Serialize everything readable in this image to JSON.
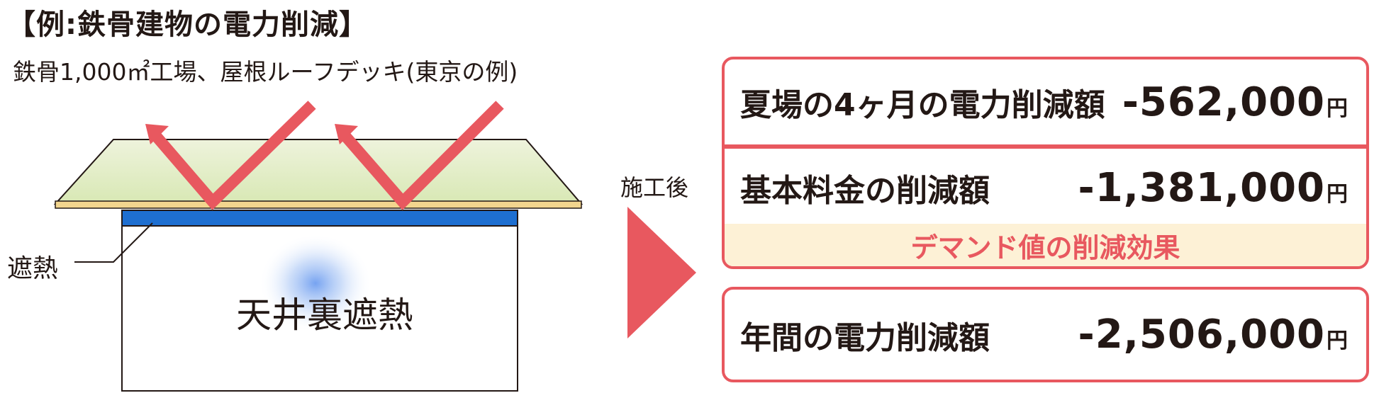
{
  "header": {
    "title": "【例:鉄骨建物の電力削減】",
    "subtitle": "鉄骨1,000㎡工場、屋根ルーフデッキ(東京の例)"
  },
  "diagram": {
    "ceiling_label": "天井裏遮熱",
    "insulation_label": "遮熱",
    "arrow_label": "施工後"
  },
  "results": {
    "summer": {
      "label": "夏場の4ヶ月の電力削減額",
      "value": "-562,000",
      "unit": "円"
    },
    "base_fee": {
      "label": "基本料金の削減額",
      "value": "-1,381,000",
      "unit": "円"
    },
    "demand_note": "デマンド値の削減効果",
    "annual": {
      "label": "年間の電力削減額",
      "value": "-2,506,000",
      "unit": "円"
    }
  },
  "colors": {
    "accent_red": "#e8585f",
    "insulation_blue": "#1e6fd1",
    "roof_green": "#e4efc9",
    "demand_bg": "#fdf1d6",
    "text": "#231815"
  }
}
